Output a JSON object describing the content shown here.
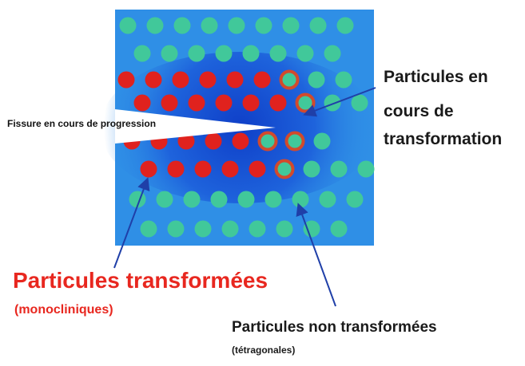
{
  "diagram": {
    "crack_label": "Fissure en cours de progression",
    "transforming_label_lines": [
      "Particules en",
      "cours de",
      "transformation"
    ],
    "transformed_label": "Particules transformées",
    "transformed_sublabel": "(monocliniques)",
    "untransformed_label": "Particules non transformées",
    "untransformed_sublabel": "(tétragonales)"
  },
  "colors": {
    "matrix_blue": "#2f8fe6",
    "matrix_dark": "#0f3fc8",
    "tetragonal_green": "#41c89a",
    "monoclinic_red": "#e0221e",
    "transforming_ring": "#d24a2c",
    "crack_white": "#ffffff",
    "arrow_blue": "#1f3fa8",
    "text_dark": "#1a1a1a",
    "text_red": "#e8271f"
  },
  "particle_types": [
    "tetragonal",
    "monoclinic",
    "transforming"
  ]
}
